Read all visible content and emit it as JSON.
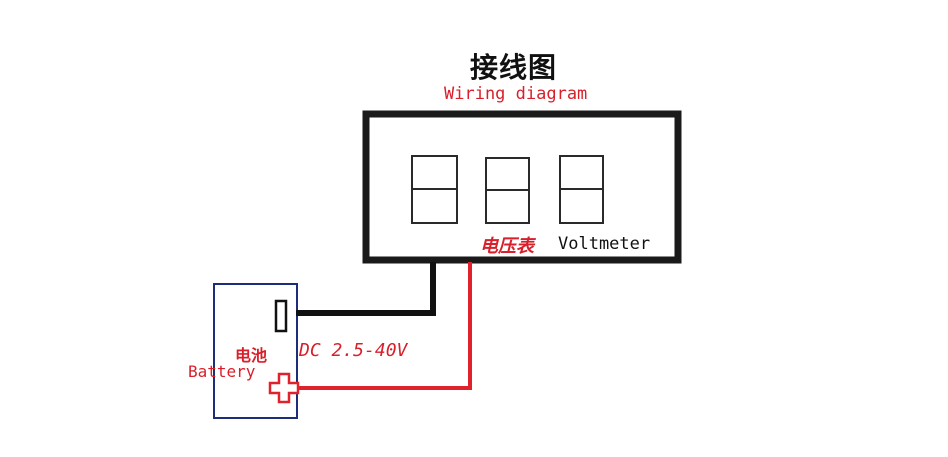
{
  "header": {
    "title_cn": "接线图",
    "title_en": "Wiring diagram"
  },
  "voltmeter": {
    "label_cn": "电压表",
    "label_en": "Voltmeter",
    "digit_count": 3
  },
  "battery": {
    "label_cn": "电池",
    "label_en": "Battery",
    "voltage_range": "DC 2.5-40V"
  },
  "colors": {
    "wire_negative": "#111111",
    "wire_positive": "#e0222c",
    "battery_border": "#1c2d7a",
    "label_red": "#d81f2a"
  },
  "icons": {
    "positive_terminal": "plus-terminal-icon",
    "negative_terminal": "minus-terminal-icon"
  }
}
